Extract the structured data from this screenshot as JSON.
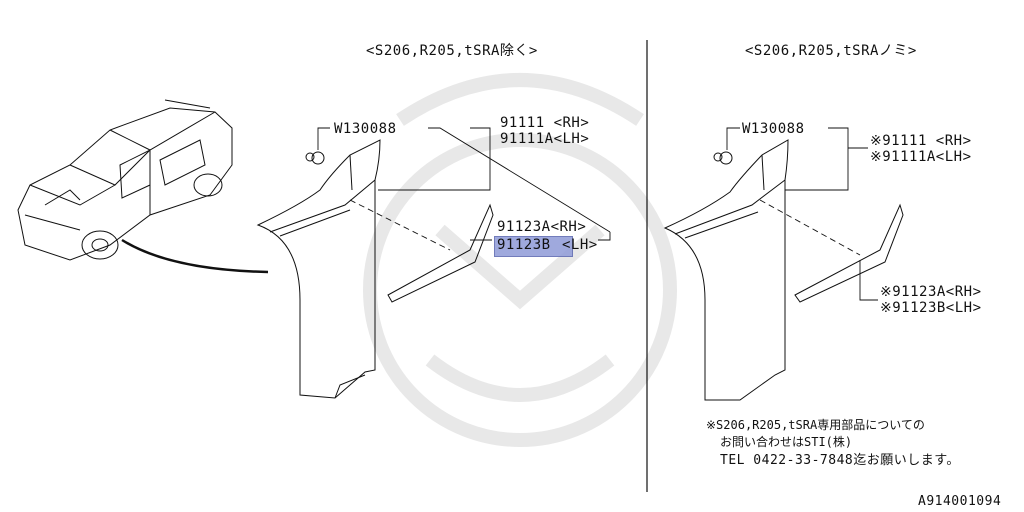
{
  "left_panel": {
    "header": "<S206,R205,tSRA除く>",
    "clip_part": "W130088",
    "fender_rh": "91111 <RH>",
    "fender_lh": "91111A<LH>",
    "pad_rh": "91123A<RH>",
    "pad_lh_number": "91123B",
    "pad_lh_side": "<LH>"
  },
  "right_panel": {
    "header": "<S206,R205,tSRAノミ>",
    "clip_part": "W130088",
    "fender_rh": "※91111 <RH>",
    "fender_lh": "※91111A<LH>",
    "pad_rh": "※91123A<RH>",
    "pad_lh": "※91123B<LH>"
  },
  "notice": {
    "line1": "※S206,R205,tSRA専用部品についての",
    "line2": "お問い合わせはSTI(株)",
    "line3": "TEL 0422-33-7848迄お願いします。"
  },
  "diagram_id": "A914001094",
  "colors": {
    "line": "#111111",
    "highlight": "#8f9bd8",
    "watermark": "#e6e6e6"
  }
}
